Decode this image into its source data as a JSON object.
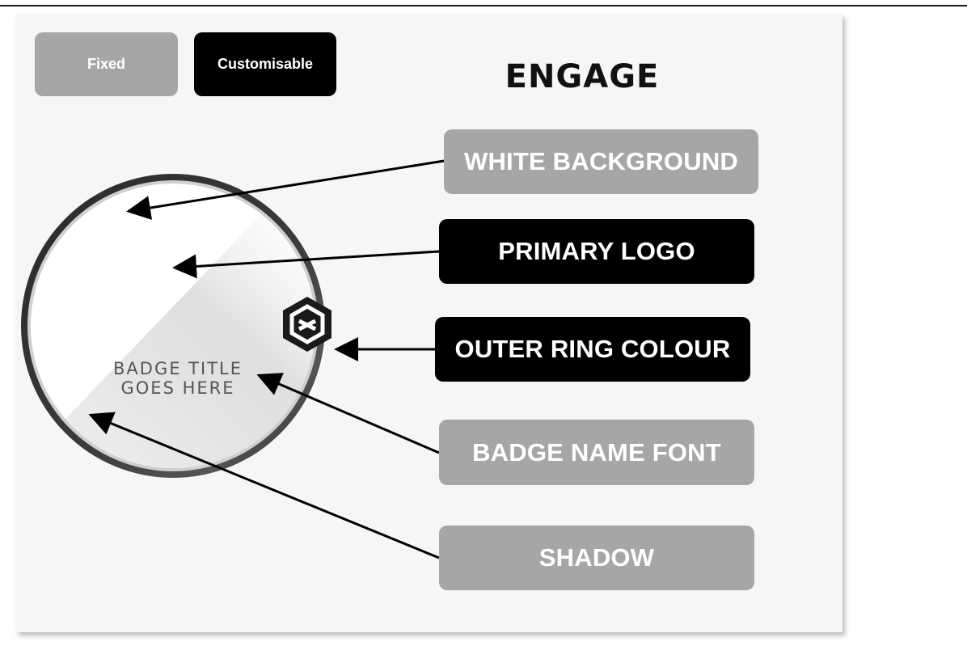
{
  "legend": {
    "fixed_label": "Fixed",
    "customisable_label": "Customisable",
    "fixed_color": "#a6a6a6",
    "customisable_color": "#000000"
  },
  "heading": "ENGAGE",
  "badge": {
    "title_line1": "BADGE TITLE",
    "title_line2": "GOES HERE",
    "logo_icon": "hexagon-logo-icon"
  },
  "labels": [
    {
      "text": "WHITE BACKGROUND",
      "kind": "fixed"
    },
    {
      "text": "PRIMARY LOGO",
      "kind": "customisable"
    },
    {
      "text": "OUTER RING COLOUR",
      "kind": "customisable"
    },
    {
      "text": "BADGE NAME FONT",
      "kind": "fixed"
    },
    {
      "text": "SHADOW",
      "kind": "fixed"
    }
  ]
}
